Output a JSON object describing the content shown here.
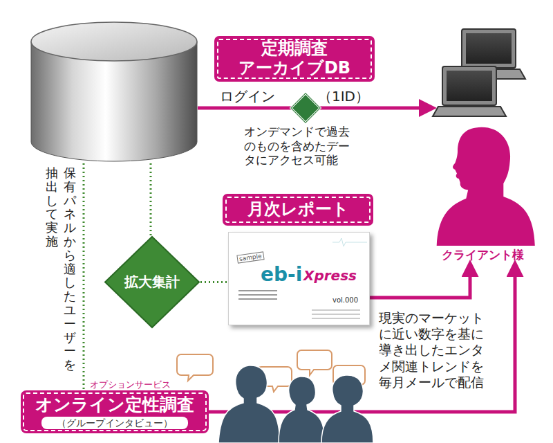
{
  "diagram": {
    "nodes": [
      {
        "text": [
          "定期調査 アーカイブDB"
        ]
      },
      {
        "text": [
          "月次レポート"
        ]
      },
      {
        "text": [
          "sample",
          "eb-i",
          "Xpress",
          "vol.000"
        ]
      },
      {
        "text": [
          "拡大集計"
        ]
      },
      {
        "text": [
          "クライアント様"
        ]
      },
      {
        "text": [
          "オプションサービス",
          "オンライン定性調査",
          "（グループインタビュー）"
        ]
      }
    ],
    "edges": [
      {
        "from": 3,
        "to": 2,
        "arrow": "none"
      },
      {
        "from": 2,
        "to": 4,
        "arrow": "to"
      },
      {
        "from": 5,
        "to": 4,
        "arrow": "to"
      }
    ],
    "labels": [
      "ログイン",
      "（1ID）",
      "オンデマンドで過去のものを含めたデータにアクセス可能",
      "保有パネルから適したユーザーを",
      "抽出して実施",
      "現実のマーケットに近い数字を基に導き出したエンタメ関連トレンドを毎月メールで配信"
    ]
  }
}
